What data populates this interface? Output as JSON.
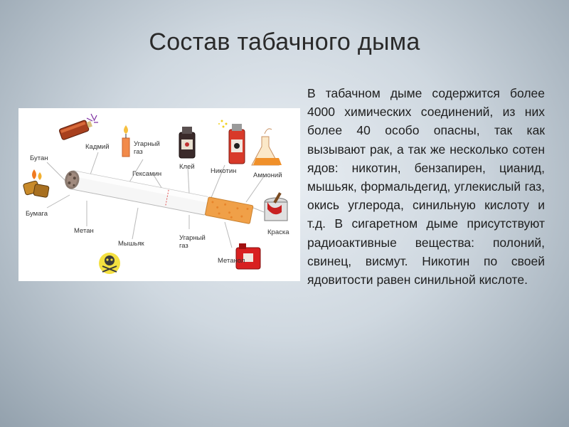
{
  "slide": {
    "title": "Состав табачного дыма",
    "body": "В табачном дыме содержится более 4000 химических соединений, из них более 40 особо опасны, так как вызывают рак, а так же несколько сотен ядов: никотин, бензапирен, цианид, мышьяк, формальдегид, углекислый газ, окись углерода, синильную кислоту и т.д. В сигаретном дыме присутствуют радиоактивные вещества: полоний, свинец, висмут. Никотин по своей ядовитости равен синильной кислоте."
  },
  "diagram": {
    "labels": {
      "butan": "Бутан",
      "kadmiy": "Кадмий",
      "ugarny_gaz_top_1": "Угарный",
      "ugarny_gaz_top_2": "газ",
      "geksamin": "Гексамин",
      "klei": "Клей",
      "nikotin": "Никотин",
      "ammoniy": "Аммоний",
      "bumaga": "Бумага",
      "metan": "Метан",
      "myshyak": "Мышьяк",
      "ugarny_gaz_bottom_1": "Угарный",
      "ugarny_gaz_bottom_2": "газ",
      "metanol": "Метанол",
      "kraska": "Краска"
    },
    "icons": [
      "lighters-icon",
      "battery-icon",
      "candle-icon",
      "glue-bottle-icon",
      "spray-can-icon",
      "flask-icon",
      "paint-can-icon",
      "skull-icon",
      "fuel-canister-icon",
      "cigarette-icon"
    ]
  }
}
